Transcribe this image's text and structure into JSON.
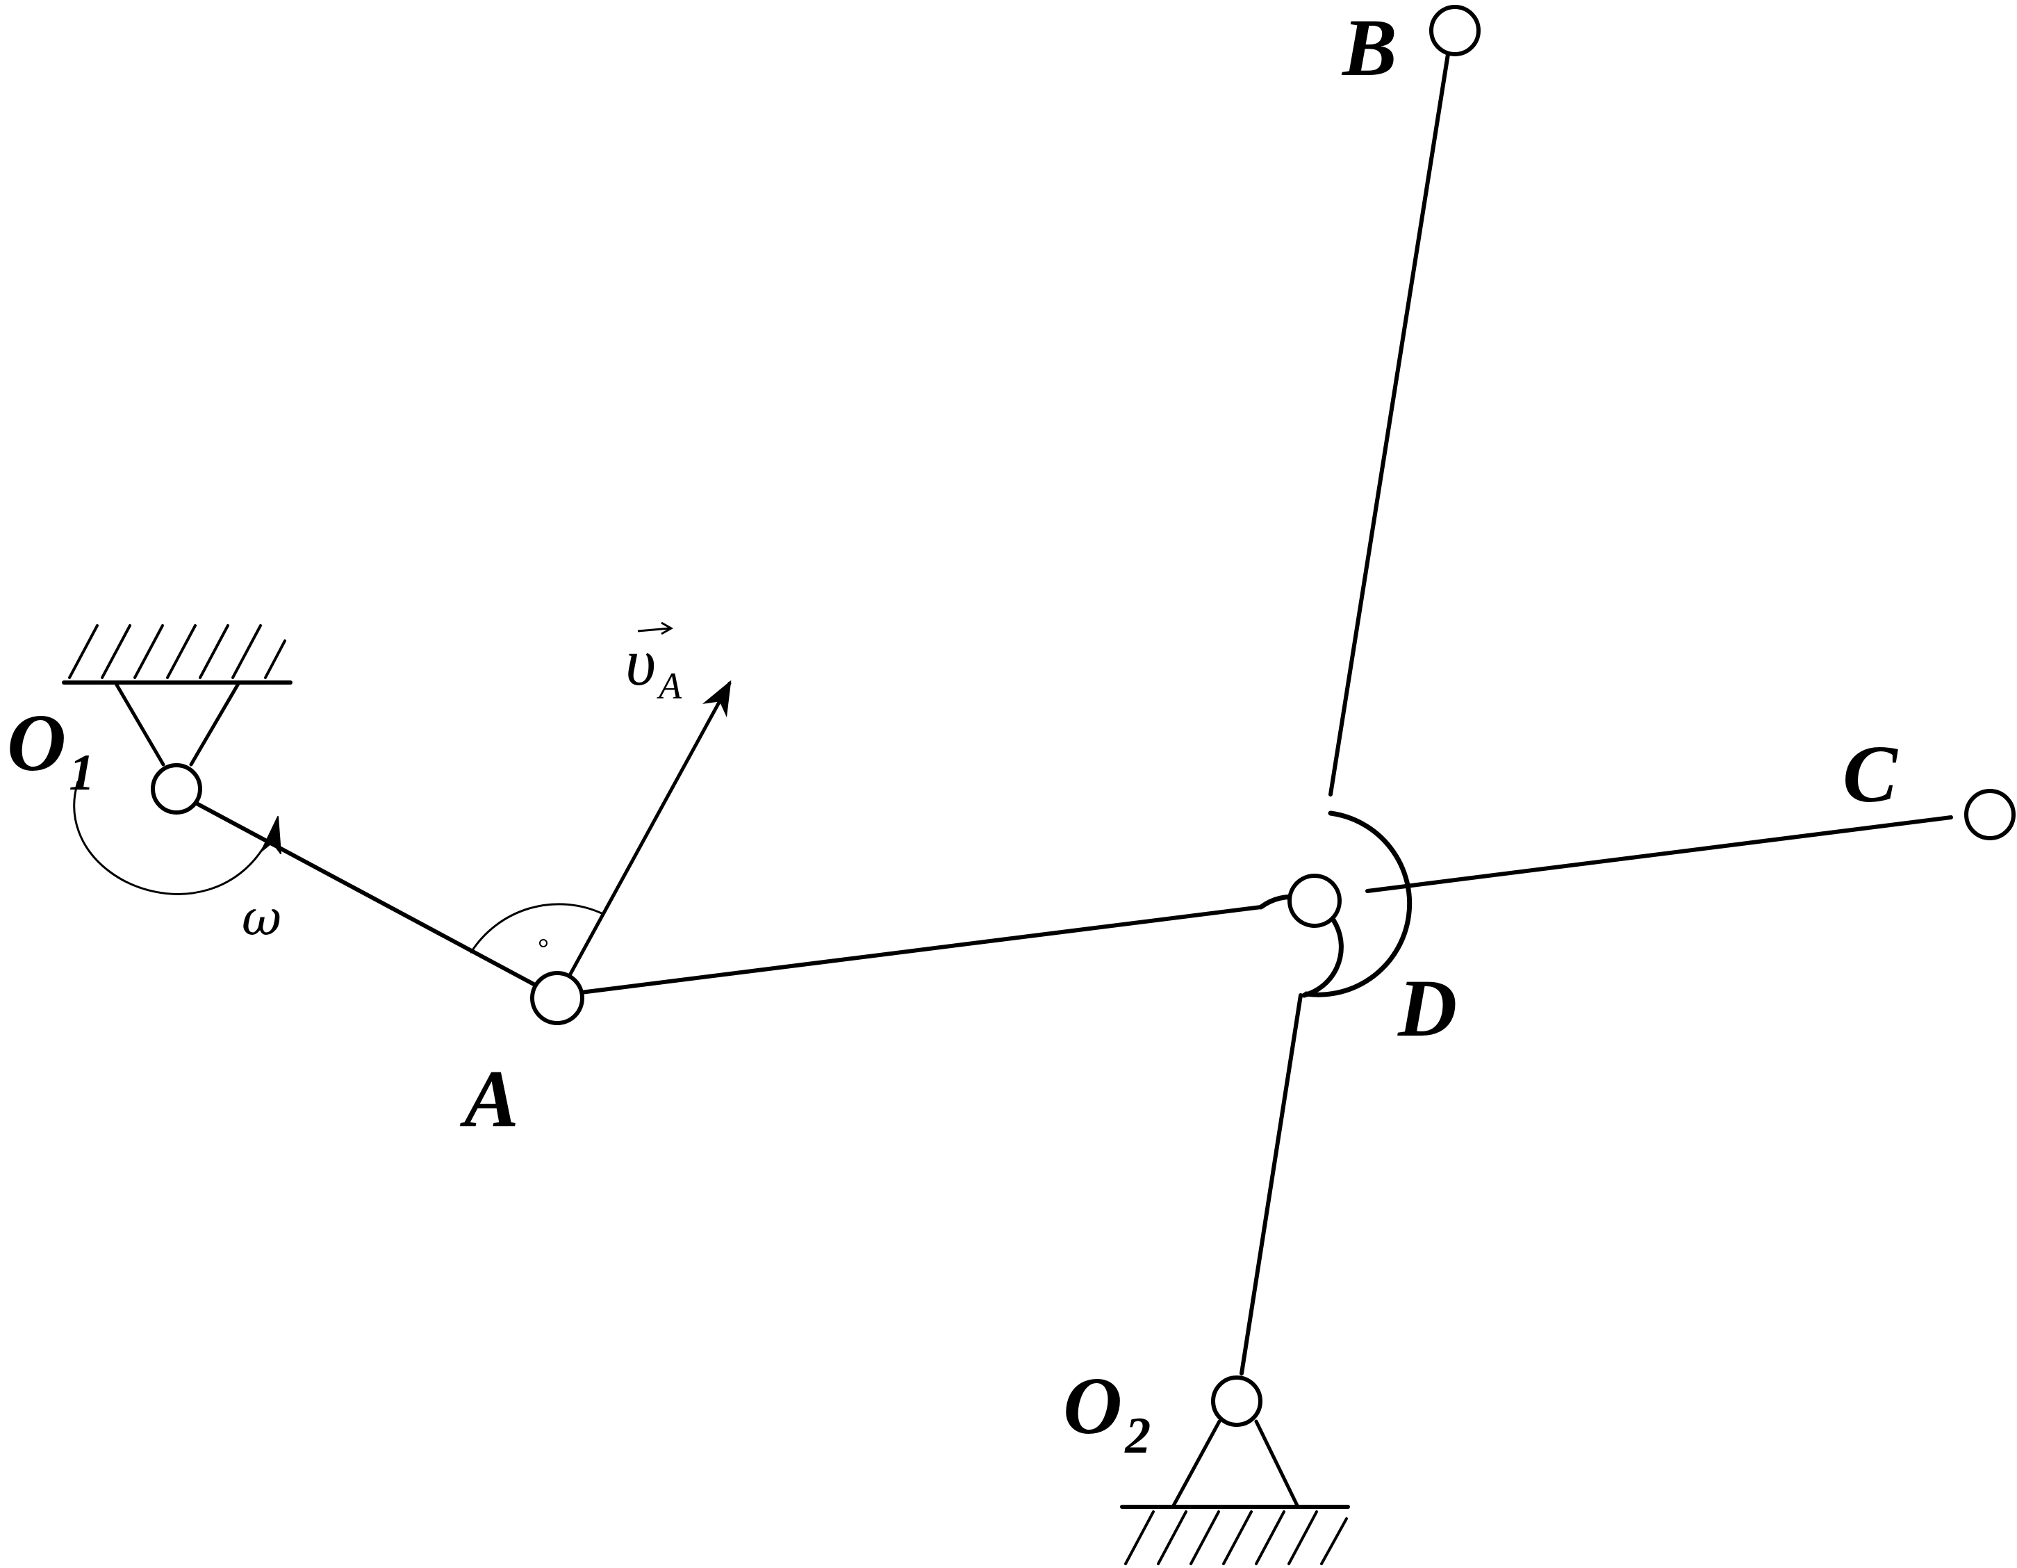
{
  "labels": {
    "o1": {
      "main": "O",
      "sub": "1"
    },
    "o2": {
      "main": "O",
      "sub": "2"
    },
    "a": "A",
    "b": "B",
    "c": "C",
    "d": "D",
    "omega": "ω",
    "velocity": {
      "main": "υ",
      "sub": "A"
    }
  },
  "colors": {
    "stroke": "#000000",
    "background": "#ffffff"
  }
}
